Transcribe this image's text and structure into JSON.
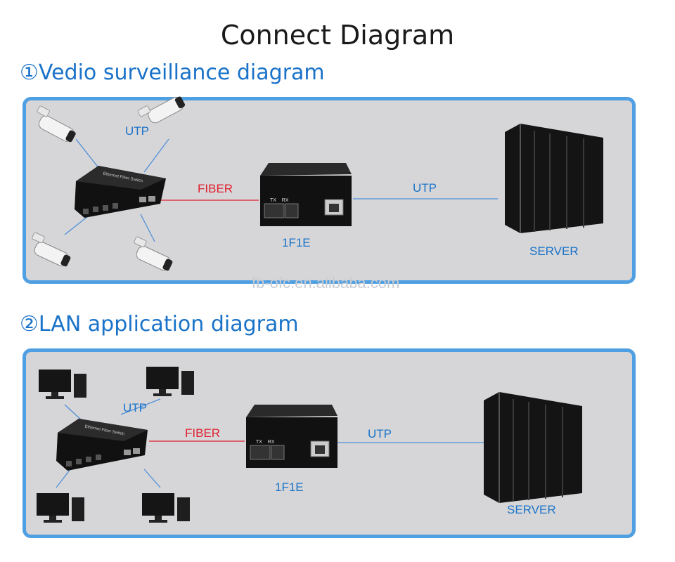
{
  "title": "Connect Diagram",
  "section1": {
    "heading": "①Vedio surveillance diagram",
    "label_utp_top": "UTP",
    "label_fiber": "FIBER",
    "label_utp_right": "UTP",
    "label_converter": "1F1E",
    "label_server": "SERVER",
    "converter_ports": "TX    RX",
    "switch_text": "Ethernet Fiber Switch"
  },
  "section2": {
    "heading": "②LAN application diagram",
    "label_utp_top": "UTP",
    "label_fiber": "FIBER",
    "label_utp_right": "UTP",
    "label_converter": "1F1E",
    "label_server": "SERVER",
    "converter_ports": "TX    RX",
    "switch_text": "Ethernet Fiber Switch"
  },
  "watermark": "fb-ofc.en.alibaba.com",
  "colors": {
    "accent": "#1a73c9",
    "panel_border": "#4f9fe3",
    "panel_bg": "#d6d6d8",
    "fiber": "#e0202e",
    "utp_line": "#4f8fd8"
  }
}
